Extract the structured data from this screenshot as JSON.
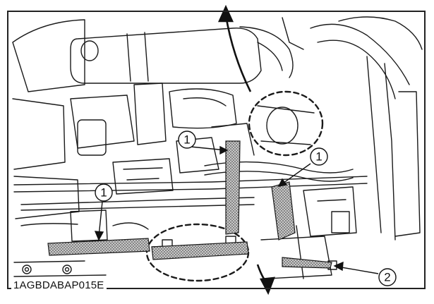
{
  "figure": {
    "caption": "1AGBDABAP015E",
    "callouts": [
      {
        "id": "callout-1-upper",
        "label": "1"
      },
      {
        "id": "callout-1-right",
        "label": "1"
      },
      {
        "id": "callout-1-left",
        "label": "1"
      },
      {
        "id": "callout-2",
        "label": "2"
      }
    ],
    "colors": {
      "line": "#1a1a1a",
      "hatch": "#9a9a9a",
      "background": "#ffffff"
    }
  }
}
